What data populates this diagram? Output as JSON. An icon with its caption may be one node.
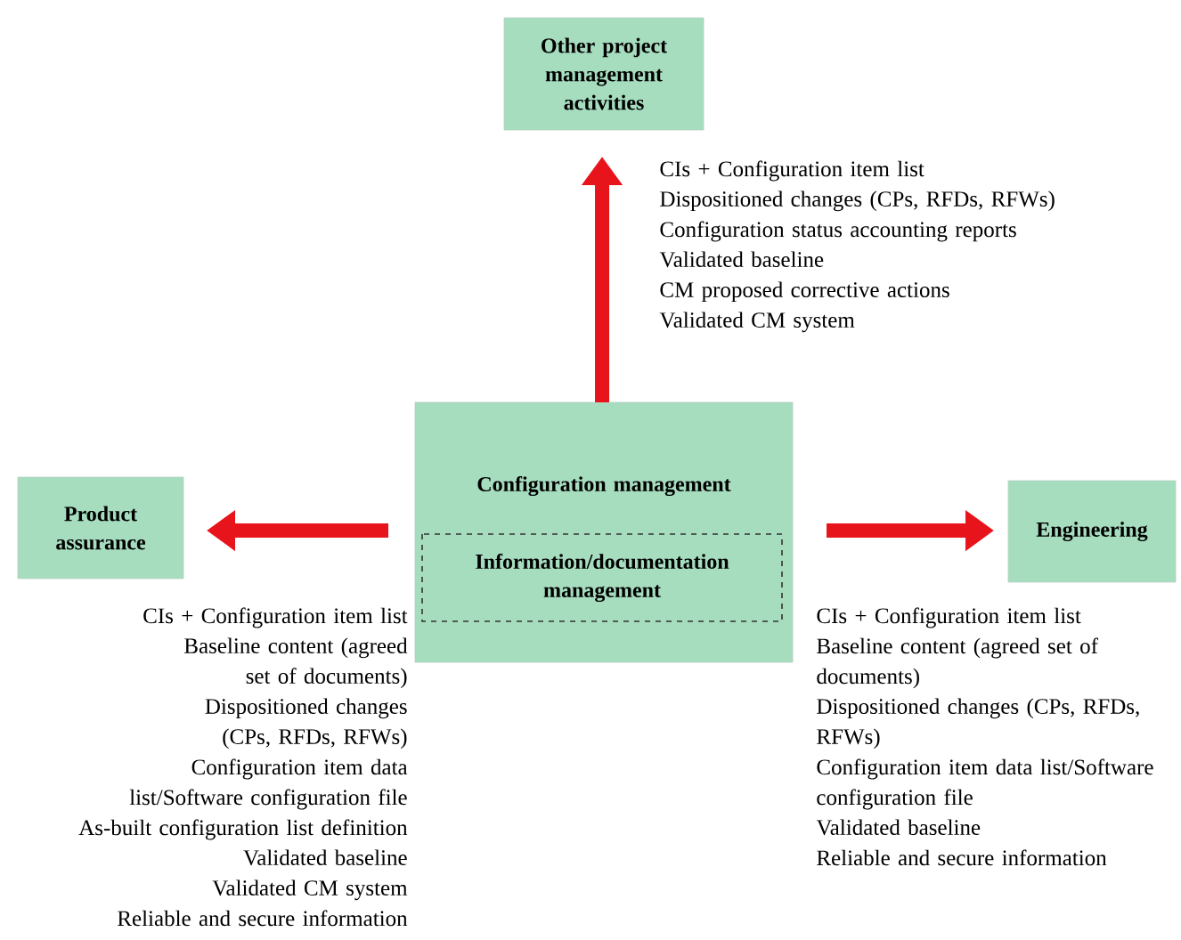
{
  "diagram": {
    "nodes": [
      {
        "text": [
          "Other project management activities"
        ]
      },
      {
        "text": [
          "Configuration management"
        ]
      },
      {
        "text": [
          "Information/documentation management"
        ],
        "in": 1
      },
      {
        "text": [
          "Product assurance"
        ]
      },
      {
        "text": [
          "Engineering"
        ]
      }
    ],
    "edges": [
      {
        "from": 1,
        "to": 0,
        "arrow": "to"
      },
      {
        "from": 1,
        "to": 3,
        "arrow": "to"
      },
      {
        "from": 1,
        "to": 4,
        "arrow": "to"
      }
    ],
    "labels": [
      "CIs + Configuration item list",
      "Dispositioned changes (CPs, RFDs, RFWs)",
      "Configuration status accounting reports",
      "Validated baseline",
      "CM proposed corrective actions",
      "Validated CM system",
      "CIs + Configuration item list",
      "Baseline content (agreed set of documents)",
      "Dispositioned changes (CPs, RFDs, RFWs)",
      "Configuration item data list/Software configuration file",
      "As-built configuration list definition",
      "Validated baseline",
      "Validated CM system",
      "Reliable and secure information",
      "CIs + Configuration item list",
      "Baseline content (agreed set of documents)",
      "Dispositioned changes (CPs, RFDs, RFWs)",
      "Configuration item data list/Software configuration file",
      "Validated baseline",
      "Reliable and secure information"
    ]
  }
}
